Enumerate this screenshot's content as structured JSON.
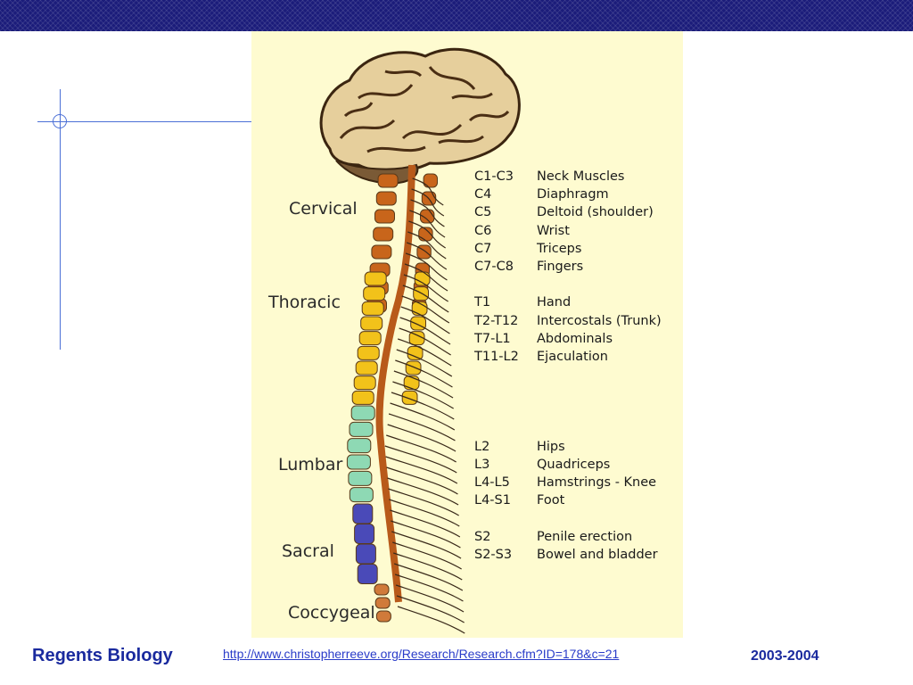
{
  "slide": {
    "footer_title": "Regents Biology",
    "footer_url": "http://www.christopherreeve.org/Research/Research.cfm?ID=178&c=21",
    "footer_year": "2003-2004"
  },
  "colors": {
    "header_bar": "#1b1c7a",
    "footer_text": "#1a2a9e",
    "guide_lines": "#4b6fd6",
    "figure_background": "#fefbd0",
    "cervical": "#c8651b",
    "thoracic": "#f2c21a",
    "lumbar": "#8ed9b4",
    "sacral": "#4a4ab8",
    "coccygeal": "#d07a3a",
    "spinal_cord": "#b85a1a"
  },
  "diagram": {
    "regions": [
      {
        "label": "Cervical"
      },
      {
        "label": "Thoracic"
      },
      {
        "label": "Lumbar"
      },
      {
        "label": "Sacral"
      },
      {
        "label": "Coccygeal"
      }
    ],
    "table": [
      {
        "level": "C1-C3",
        "function": "Neck Muscles"
      },
      {
        "level": "C4",
        "function": "Diaphragm"
      },
      {
        "level": "C5",
        "function": "Deltoid (shoulder)"
      },
      {
        "level": "C6",
        "function": "Wrist"
      },
      {
        "level": "C7",
        "function": "Triceps"
      },
      {
        "level": "C7-C8",
        "function": "Fingers"
      },
      {
        "level": "",
        "function": ""
      },
      {
        "level": "T1",
        "function": "Hand"
      },
      {
        "level": "T2-T12",
        "function": "Intercostals (Trunk)"
      },
      {
        "level": "T7-L1",
        "function": "Abdominals"
      },
      {
        "level": "T11-L2",
        "function": "Ejaculation"
      },
      {
        "level": "",
        "function": ""
      },
      {
        "level": "",
        "function": ""
      },
      {
        "level": "",
        "function": ""
      },
      {
        "level": "",
        "function": ""
      },
      {
        "level": "L2",
        "function": "Hips"
      },
      {
        "level": "L3",
        "function": "Quadriceps"
      },
      {
        "level": "L4-L5",
        "function": "Hamstrings - Knee"
      },
      {
        "level": "L4-S1",
        "function": "Foot"
      },
      {
        "level": "",
        "function": ""
      },
      {
        "level": "S2",
        "function": "Penile erection"
      },
      {
        "level": "S2-S3",
        "function": "Bowel and bladder"
      }
    ]
  }
}
